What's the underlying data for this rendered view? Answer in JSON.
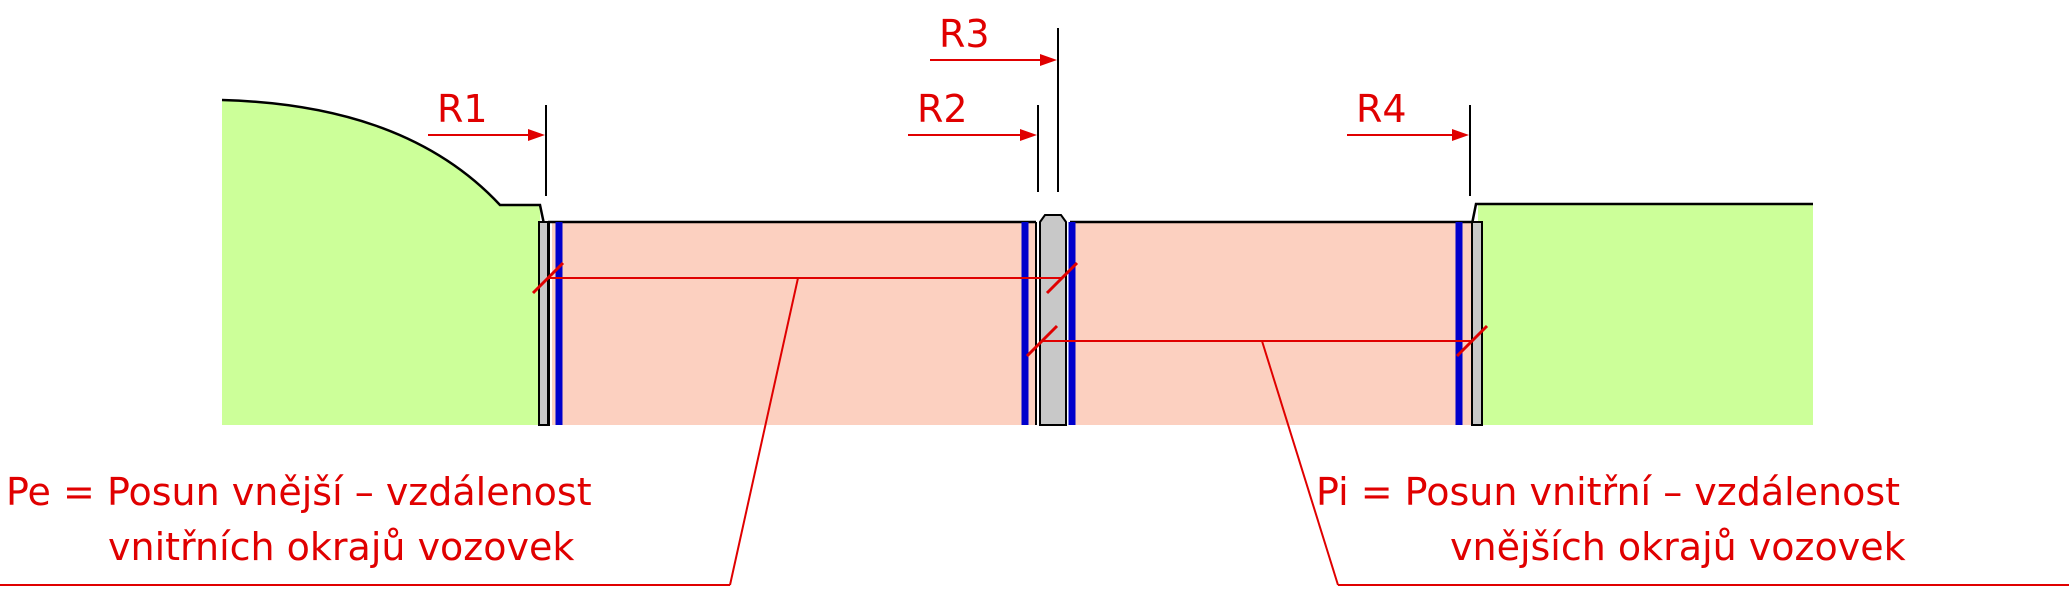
{
  "markers": {
    "r1": "R1",
    "r2": "R2",
    "r3": "R3",
    "r4": "R4"
  },
  "notes": {
    "pe_line1": "Pe = Posun vnější – vzdálenost",
    "pe_line2": "vnitřních okrajů vozovek",
    "pi_line1": "Pi = Posun vnitřní – vzdálenost",
    "pi_line2": "vnějších okrajů vozovek"
  },
  "colors": {
    "terrain": "#ccff99",
    "roadway": "#fcd0c0",
    "curb": "#c8c8c8",
    "edge_line": "#0000cc",
    "dimension": "#e00000",
    "outline": "#000000"
  }
}
